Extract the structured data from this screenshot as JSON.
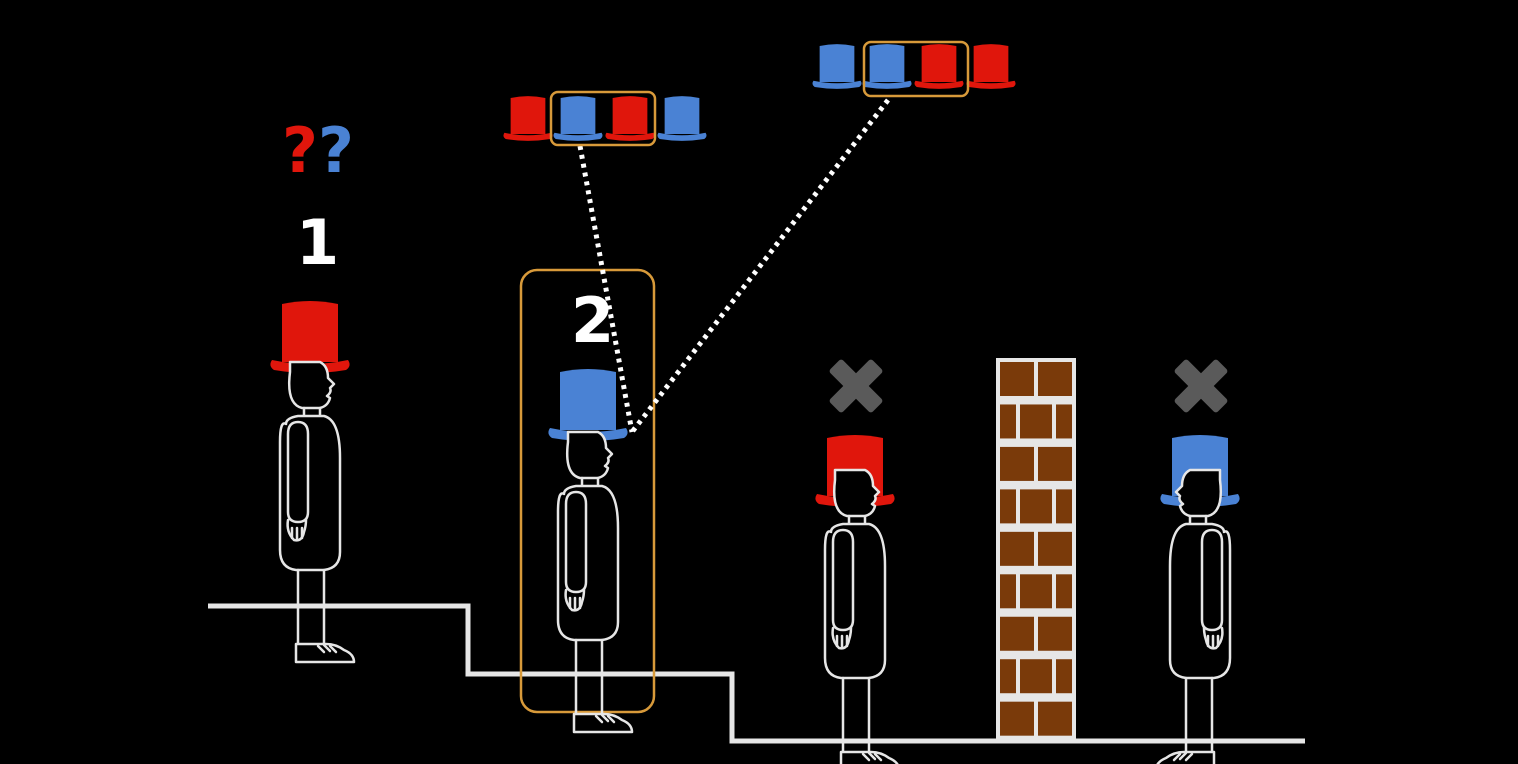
{
  "colors": {
    "background": "#000000",
    "red_hat": "#e0160c",
    "blue_hat": "#4a82d4",
    "highlight": "#d89a3a",
    "line": "#e6e6e6",
    "brick": "#7a3a0a",
    "cross": "#5a5a5a"
  },
  "labels": {
    "person1_number": "1",
    "person2_number": "2",
    "question_red": "?",
    "question_blue": "?"
  },
  "people": [
    {
      "number": "1",
      "hat": "red",
      "status": "guessing"
    },
    {
      "number": "2",
      "hat": "blue",
      "status": "observing"
    },
    {
      "hat": "red",
      "status": "blocked"
    },
    {
      "hat": "blue",
      "status": "blocked"
    }
  ],
  "hat_sequences": [
    {
      "hats": [
        "red",
        "blue",
        "red",
        "blue"
      ],
      "highlighted": [
        "blue",
        "red"
      ]
    },
    {
      "hats": [
        "blue",
        "blue",
        "red",
        "red"
      ],
      "highlighted": [
        "blue",
        "red"
      ]
    }
  ],
  "icons": [
    "question-mark-icon",
    "top-hat-icon",
    "cross-icon",
    "brick-wall-icon",
    "stick-person-icon"
  ]
}
